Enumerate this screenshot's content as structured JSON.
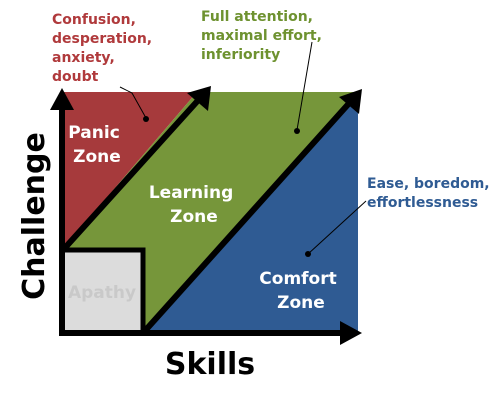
{
  "colors": {
    "panic": "#a63a3c",
    "learning": "#76963a",
    "comfort": "#2f5b93",
    "apathy": "#dcdcdc",
    "apathy_text": "#c9c9c9",
    "panic_text": "#b03a3c",
    "learning_text": "#6e9230",
    "comfort_text": "#2f5b93"
  },
  "zones": {
    "panic": [
      "Panic",
      "Zone"
    ],
    "learning": [
      "Learning",
      "Zone"
    ],
    "comfort": [
      "Comfort",
      "Zone"
    ],
    "apathy": "Apathy"
  },
  "callouts": {
    "panic": [
      "Confusion,",
      "desperation,",
      "anxiety,",
      "doubt"
    ],
    "learning": [
      "Full attention,",
      "maximal effort,",
      "inferiority"
    ],
    "comfort": [
      "Ease, boredom,",
      "effortlessness"
    ]
  },
  "axes": {
    "x": "Skills",
    "y": "Challenge"
  }
}
